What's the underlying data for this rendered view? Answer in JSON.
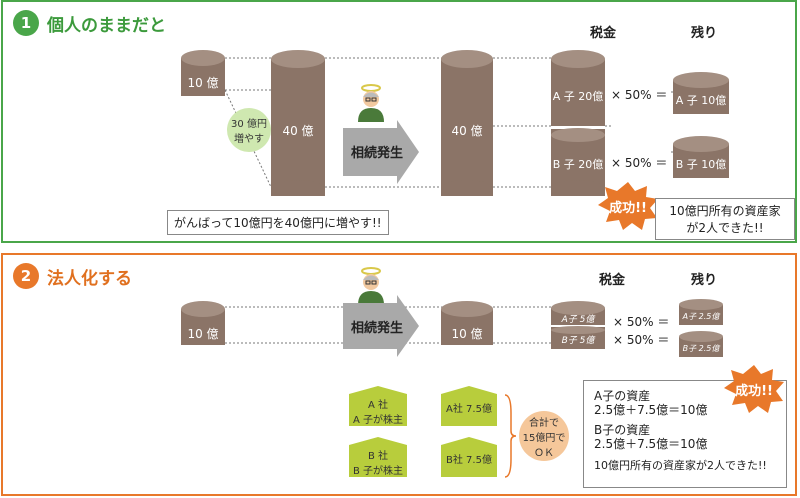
{
  "section1": {
    "number": "1",
    "title": "個人のままだと",
    "col_tax": "税金",
    "col_remain": "残り",
    "cyl_small": "10 億",
    "grow_circle_line1": "30 億円",
    "grow_circle_line2": "増やす",
    "cyl_big": "40 億",
    "arrow_label": "相続発生",
    "cyl_after": "40 億",
    "seg_a": "A 子 20億",
    "seg_b": "B 子 20億",
    "mult_a": "× 50% ＝",
    "mult_b": "× 50% ＝",
    "remain_a": "A 子 10億",
    "remain_b": "B 子 10億",
    "bottom_note": "がんばって10億円を40億円に増やす!!",
    "success": "成功!!",
    "success_note_line1": "10億円所有の資産家",
    "success_note_line2": "が2人できた!!"
  },
  "section2": {
    "number": "2",
    "title": "法人化する",
    "col_tax": "税金",
    "col_remain": "残り",
    "cyl_before": "10 億",
    "arrow_label": "相続発生",
    "cyl_after": "10 億",
    "seg_a": "A子 5億",
    "seg_b": "B子 5億",
    "mult_a": "× 50% ＝",
    "mult_b": "× 50% ＝",
    "remain_a": "A子 2.5億",
    "remain_b": "B子 2.5億",
    "company_a_line1": "A 社",
    "company_a_line2": "A 子が株主",
    "company_b_line1": "B 社",
    "company_b_line2": "B 子が株主",
    "company_a_value": "A社 7.5億",
    "company_b_value": "B社 7.5億",
    "total_line1": "合計で",
    "total_line2": "15億円で",
    "total_line3": "ＯＫ",
    "success": "成功!!",
    "result_a_title": "A子の資産",
    "result_a_calc": "2.5億＋7.5億＝10億",
    "result_b_title": "B子の資産",
    "result_b_calc": "2.5億＋7.5億＝10億",
    "result_summary": "10億円所有の資産家が2人できた!!"
  },
  "colors": {
    "green": "#4aa64a",
    "orange": "#e8782a",
    "cylinder": "#8b7467",
    "arrow": "#a9a9a9",
    "company": "#b8cd3c",
    "burst": "#e8782a"
  }
}
